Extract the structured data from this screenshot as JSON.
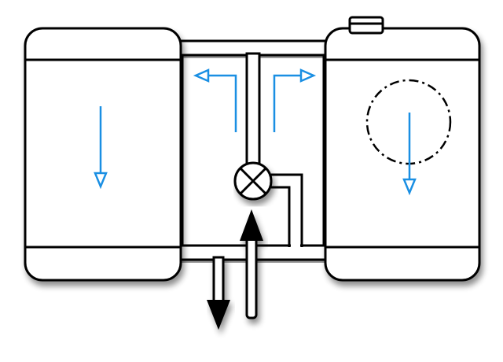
{
  "diagram": {
    "colors": {
      "outline": "#000000",
      "fill": "#ffffff",
      "flow": "#1a8fe3"
    },
    "components": [
      "left-tank",
      "right-tank",
      "right-tank-cap",
      "top-pipe",
      "bottom-pipe",
      "valve-icon",
      "centrifugal-rotor-dashed",
      "outlet-arrow",
      "inlet-arrow"
    ],
    "flow_arrows": [
      "left-tank-down",
      "top-left",
      "top-right",
      "right-tank-down"
    ]
  }
}
